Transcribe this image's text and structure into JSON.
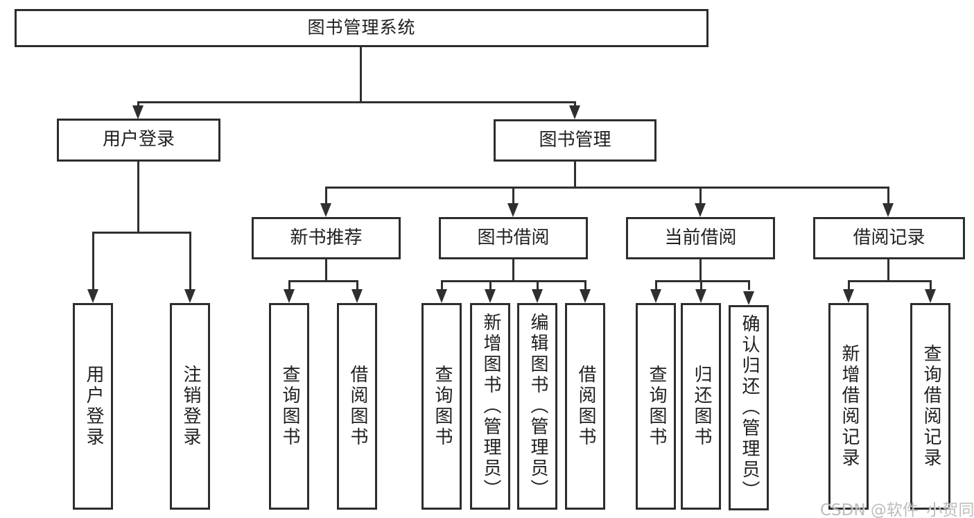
{
  "tree": {
    "root": {
      "label": "图书管理系统",
      "children": [
        {
          "label": "用户登录",
          "children": [
            {
              "label": "用户登录"
            },
            {
              "label": "注销登录"
            }
          ]
        },
        {
          "label": "图书管理",
          "children": [
            {
              "label": "新书推荐",
              "children": [
                {
                  "label": "查询图书"
                },
                {
                  "label": "借阅图书"
                }
              ]
            },
            {
              "label": "图书借阅",
              "children": [
                {
                  "label": "查询图书"
                },
                {
                  "label": "新增图书（管理员）"
                },
                {
                  "label": "编辑图书（管理员）"
                },
                {
                  "label": "借阅图书"
                }
              ]
            },
            {
              "label": "当前借阅",
              "children": [
                {
                  "label": "查询图书"
                },
                {
                  "label": "归还图书"
                },
                {
                  "label": "确认归还（管理员）"
                }
              ]
            },
            {
              "label": "借阅记录",
              "children": [
                {
                  "label": "新增借阅记录"
                },
                {
                  "label": "查询借阅记录"
                }
              ]
            }
          ]
        }
      ]
    }
  },
  "watermark": {
    "text": "CSDN @软件_小贺同学"
  },
  "colors": {
    "line": "#2f2f2f",
    "box_border": "#2d2d2d",
    "box_fill": "#ffffff",
    "text": "#1f1f1f",
    "background": "#ffffff",
    "watermark": "#b5b5b5"
  }
}
